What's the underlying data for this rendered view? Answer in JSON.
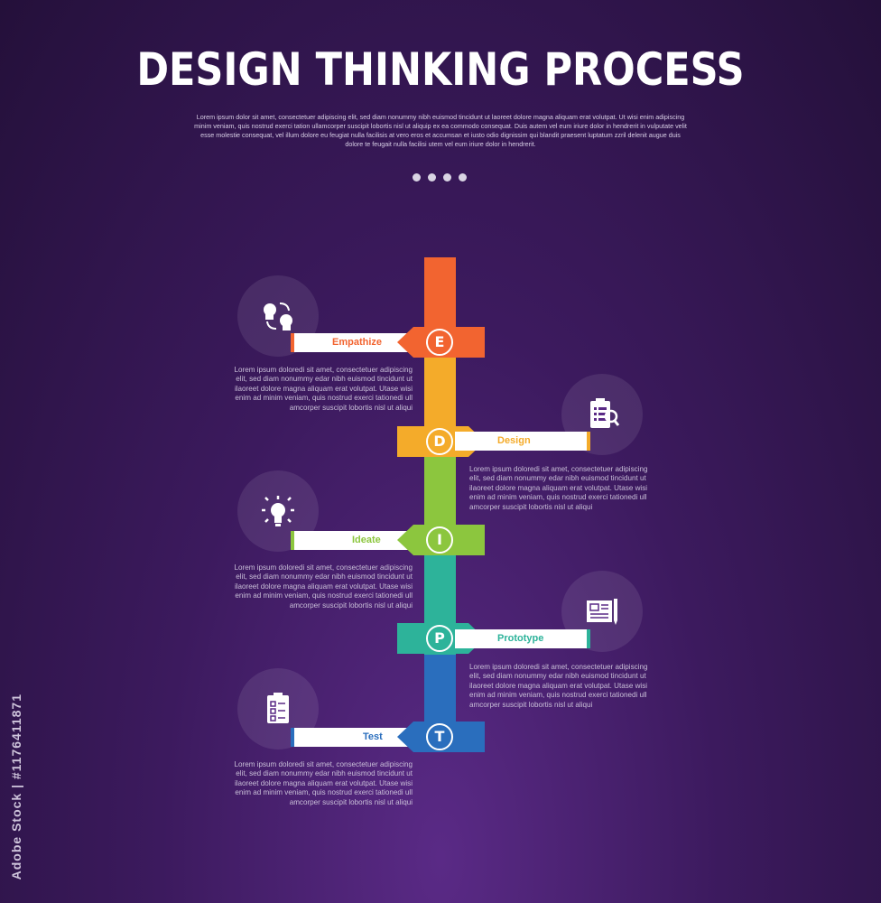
{
  "title": "DESIGN THINKING PROCESS",
  "subtitle": "Lorem ipsum dolor sit amet, consectetuer adipiscing elit, sed diam nonummy nibh euismod tincidunt ut laoreet dolore magna aliquam erat volutpat. Ut wisi enim adipiscing minim veniam, quis nostrud exerci tation ullamcorper suscipit lobortis nisl ut aliquip ex ea commodo consequat. Duis autem vel eum iriure dolor in hendrerit in vulputate velit esse molestie consequat, vel illum dolore eu feugiat nulla facilisis at vero eros et accumsan et iusto odio dignissim qui blandit praesent luptatum zzril delenit augue duis dolore te feugait nulla facilisi utem vel eum iriure dolor in hendrerit.",
  "watermark": "Adobe Stock | #1176411871",
  "colors": {
    "empathize": "#f26430",
    "design": "#f4ab2a",
    "ideate": "#8cc63e",
    "prototype": "#2db39a",
    "test": "#2a6ebd"
  },
  "steps": [
    {
      "letter": "E",
      "label": "Empathize",
      "icon": "people-exchange-icon",
      "text": "Lorem ipsum doloredi sit amet, consectetuer adipiscing elit, sed diam nonummy edar nibh euismod tincidunt ut ilaoreet dolore magna aliquam erat volutpat. Utase wisi enim ad minim veniam, quis nostrud exerci tationedi ull amcorper suscipit lobortis nisl ut aliqui"
    },
    {
      "letter": "D",
      "label": "Design",
      "icon": "clipboard-search-icon",
      "text": "Lorem ipsum doloredi sit amet, consectetuer adipiscing elit, sed diam nonummy edar nibh euismod tincidunt ut ilaoreet dolore magna aliquam erat volutpat. Utase wisi enim ad minim veniam, quis nostrud exerci tationedi ull amcorper suscipit lobortis nisl ut aliqui"
    },
    {
      "letter": "I",
      "label": "Ideate",
      "icon": "lightbulb-icon",
      "text": "Lorem ipsum doloredi sit amet, consectetuer adipiscing elit, sed diam nonummy edar nibh euismod tincidunt ut ilaoreet dolore magna aliquam erat volutpat. Utase wisi enim ad minim veniam, quis nostrud exerci tationedi ull amcorper suscipit lobortis nisl ut aliqui"
    },
    {
      "letter": "P",
      "label": "Prototype",
      "icon": "blueprint-icon",
      "text": "Lorem ipsum doloredi sit amet, consectetuer adipiscing elit, sed diam nonummy edar nibh euismod tincidunt ut ilaoreet dolore magna aliquam erat volutpat. Utase wisi enim ad minim veniam, quis nostrud exerci tationedi ull amcorper suscipit lobortis nisl ut aliqui"
    },
    {
      "letter": "T",
      "label": "Test",
      "icon": "checklist-icon",
      "text": "Lorem ipsum doloredi sit amet, consectetuer adipiscing elit, sed diam nonummy edar nibh euismod tincidunt ut ilaoreet dolore magna aliquam erat volutpat. Utase wisi enim ad minim veniam, quis nostrud exerci tationedi ull amcorper suscipit lobortis nisl ut aliqui"
    }
  ]
}
